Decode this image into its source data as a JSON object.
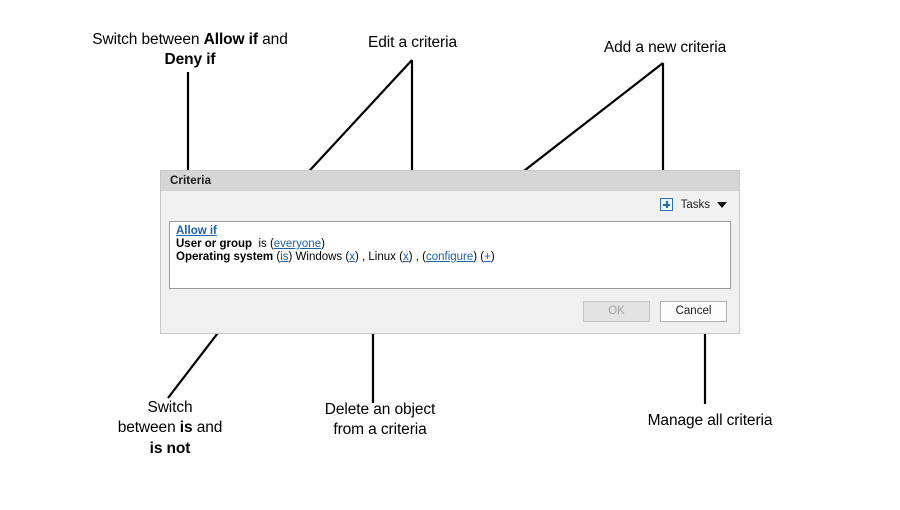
{
  "annotations": [
    {
      "id": "allow-deny",
      "text_parts": [
        {
          "t": "Switch between ",
          "bold": false
        },
        {
          "t": "Allow if",
          "bold": true
        },
        {
          "t": " and\n",
          "bold": false
        },
        {
          "t": "Deny if",
          "bold": true
        }
      ],
      "plain": "Switch between Allow if and Deny if"
    },
    {
      "id": "edit",
      "plain": "Edit a criteria"
    },
    {
      "id": "add",
      "plain": "Add a new criteria"
    },
    {
      "id": "isnot",
      "text_parts": [
        {
          "t": "Switch\nbetween ",
          "bold": false
        },
        {
          "t": "is",
          "bold": true
        },
        {
          "t": " and\n",
          "bold": false
        },
        {
          "t": "is not",
          "bold": true
        }
      ],
      "plain": "Switch between is and is not"
    },
    {
      "id": "delete",
      "plain": "Delete an object\nfrom a criteria"
    },
    {
      "id": "manage",
      "plain": "Manage all criteria"
    }
  ],
  "dialog": {
    "header_title": "Criteria",
    "toolbar": {
      "add_button_icon": "plus-icon",
      "tasks_label": "Tasks",
      "caret_icon": "chevron-down-icon"
    },
    "criteria": {
      "rule_mode_link": "Allow if",
      "rows": [
        {
          "label": "User or group",
          "operator": "is",
          "operator_is_link": false,
          "values": [
            {
              "open": "(",
              "text": "everyone",
              "link": true,
              "close": ")"
            }
          ]
        },
        {
          "label": "Operating system",
          "operator": "is",
          "operator_is_link": true,
          "values": [
            {
              "open": "",
              "text": "Windows",
              "link": false,
              "close": ""
            },
            {
              "open": "(",
              "text": "x",
              "link": true,
              "close": ")"
            },
            {
              "open": "",
              "text": ",",
              "link": false,
              "close": ""
            },
            {
              "open": "",
              "text": "Linux",
              "link": false,
              "close": ""
            },
            {
              "open": "(",
              "text": "x",
              "link": true,
              "close": ")"
            },
            {
              "open": "",
              "text": ",",
              "link": false,
              "close": ""
            },
            {
              "open": "(",
              "text": "configure",
              "link": true,
              "close": ")"
            },
            {
              "open": "(",
              "text": "+",
              "link": true,
              "close": ")"
            }
          ]
        }
      ]
    },
    "footer": {
      "ok_label": "OK",
      "ok_disabled": true,
      "cancel_label": "Cancel"
    }
  },
  "colors": {
    "link": "#1f62a8",
    "header_band": "#d6d6d6",
    "dialog_bg": "#f0f0f0",
    "plus_border": "#2e6da8"
  }
}
